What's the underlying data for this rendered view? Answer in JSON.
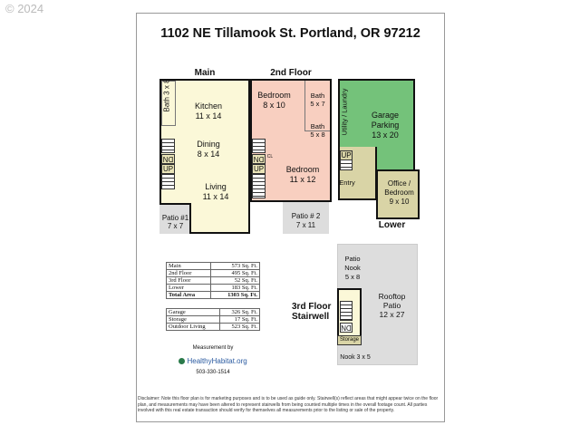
{
  "copyright": "© 2024",
  "title": "1102 NE Tillamook St. Portland, OR 97212",
  "floors": {
    "main": {
      "label": "Main",
      "rooms": [
        "Bath 3 x 8",
        "Kitchen",
        "11 x 14",
        "Dining",
        "8 x 14",
        "Living",
        "11 x 14",
        "Patio #1",
        "7 x 7"
      ],
      "dn": "DN",
      "up": "UP"
    },
    "second": {
      "label": "2nd Floor",
      "rooms": [
        "Bedroom",
        "8 x 10",
        "Bath",
        "5 x 7",
        "Bath",
        "5 x 8",
        "Bedroom",
        "11 x 12",
        "Patio # 2",
        "7 x 11"
      ],
      "dn": "DN",
      "up": "UP",
      "closet": "CL"
    },
    "lower": {
      "label": "Lower",
      "rooms": [
        "Utility / Laundry",
        "Garage",
        "Parking",
        "13 x 20",
        "Entry",
        "Office /",
        "Bedroom",
        "9 x 10"
      ],
      "up": "UP"
    },
    "third": {
      "label": "3rd Floor",
      "label2": "Stairwell",
      "rooms": [
        "Patio",
        "Nook",
        "5 x 8",
        "Rooftop",
        "Patio",
        "12 x 27",
        "Storage",
        "Nook 3 x 5"
      ],
      "dn": "DN"
    }
  },
  "area_table": [
    [
      "Main",
      "573 Sq. Ft."
    ],
    [
      "2nd Floor",
      "495 Sq. Ft."
    ],
    [
      "3rd Floor",
      "52 Sq. Ft."
    ],
    [
      "Lower",
      "183 Sq. Ft."
    ],
    [
      "Total Area",
      "1303 Sq. Ft."
    ]
  ],
  "other_table": [
    [
      "Garage",
      "326 Sq. Ft."
    ],
    [
      "Storage",
      "17 Sq. Ft."
    ],
    [
      "Outdoor Living",
      "523 Sq. Ft."
    ]
  ],
  "measurement": {
    "by": "Measurement by",
    "logo": "HealthyHabitat.org",
    "phone": "503-330-1514"
  },
  "disclaimer": "Disclaimer: Note this floor plan is for marketing purposes and is to be used as guide only.  Stairwell(s) reflect areas that might appear twice on the floor plan, and measurements may have been altered to represent stairwells from being counted multiple times in the overall footage count.  All parties involved with this real estate transaction should verify for themselves all measurements prior to the listing or sale of the property."
}
